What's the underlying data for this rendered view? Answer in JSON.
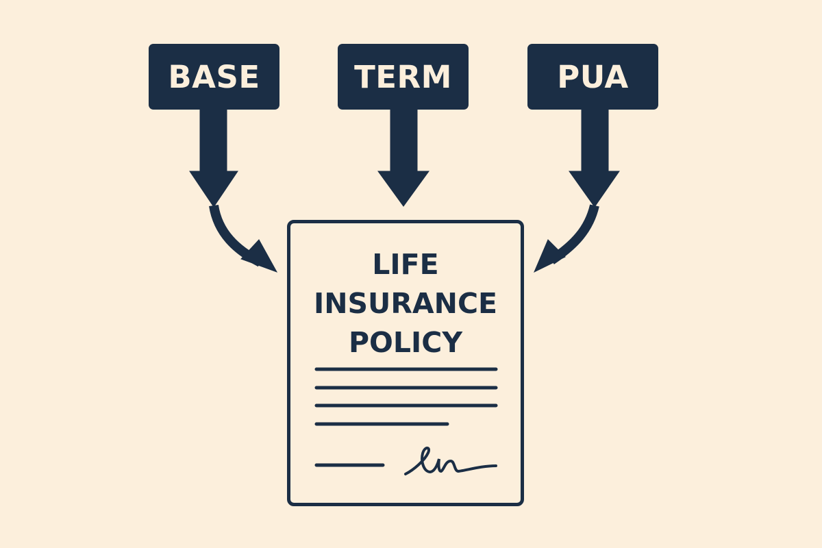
{
  "colors": {
    "background": "#fcefdc",
    "ink": "#1b2e45",
    "box_text": "#fcefdc"
  },
  "components": [
    {
      "label": "BASE"
    },
    {
      "label": "TERM"
    },
    {
      "label": "PUA"
    }
  ],
  "policy": {
    "title_lines": [
      "LIFE",
      "INSURANCE",
      "POLICY"
    ]
  }
}
